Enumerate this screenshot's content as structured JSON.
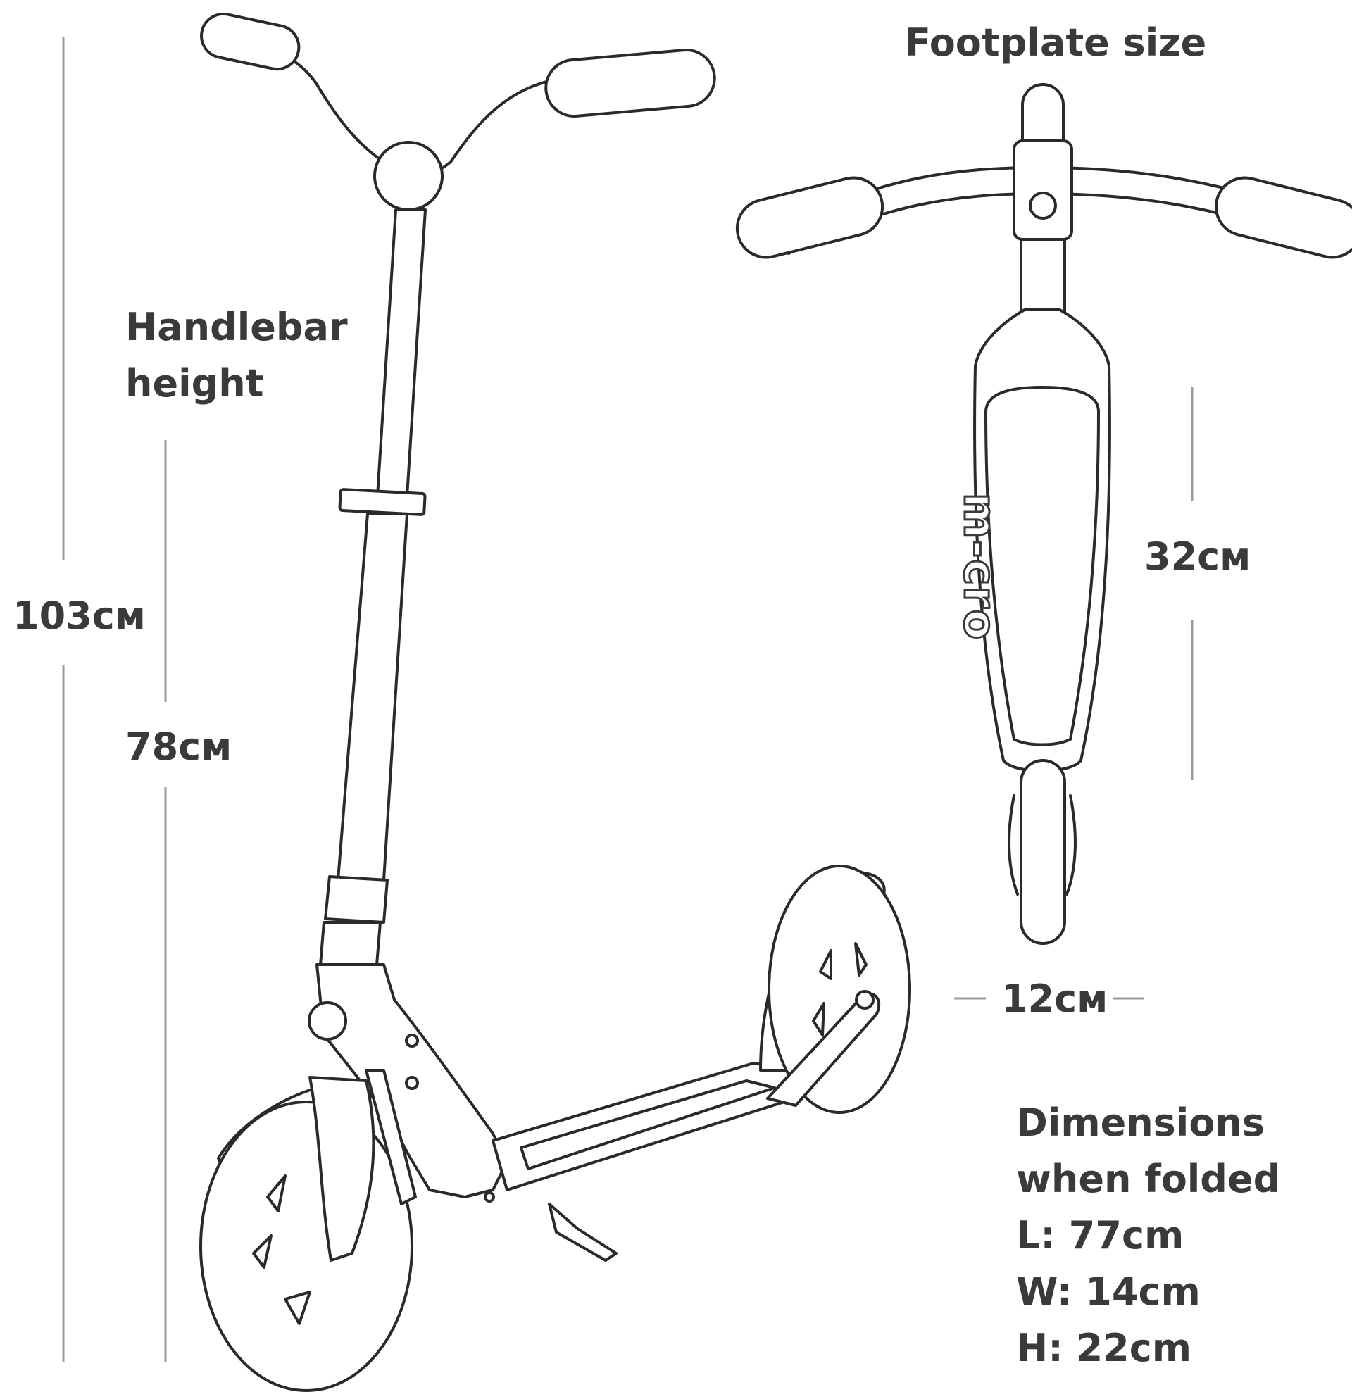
{
  "labels": {
    "footplate_size": "Footplate size",
    "handlebar_height": "Handlebar height",
    "total_height": "103см",
    "handlebar_value": "78см",
    "footplate_length": "32см",
    "footplate_width": "12см"
  },
  "folded": {
    "title_line1": "Dimensions",
    "title_line2": "when folded",
    "length": "L: 77cm",
    "width": "W: 14cm",
    "height": "H: 22cm"
  },
  "logo": {
    "text": "m-cro"
  },
  "colors": {
    "ink": "#3a3a3a",
    "line": "#2a2a2a",
    "background": "#ffffff"
  }
}
